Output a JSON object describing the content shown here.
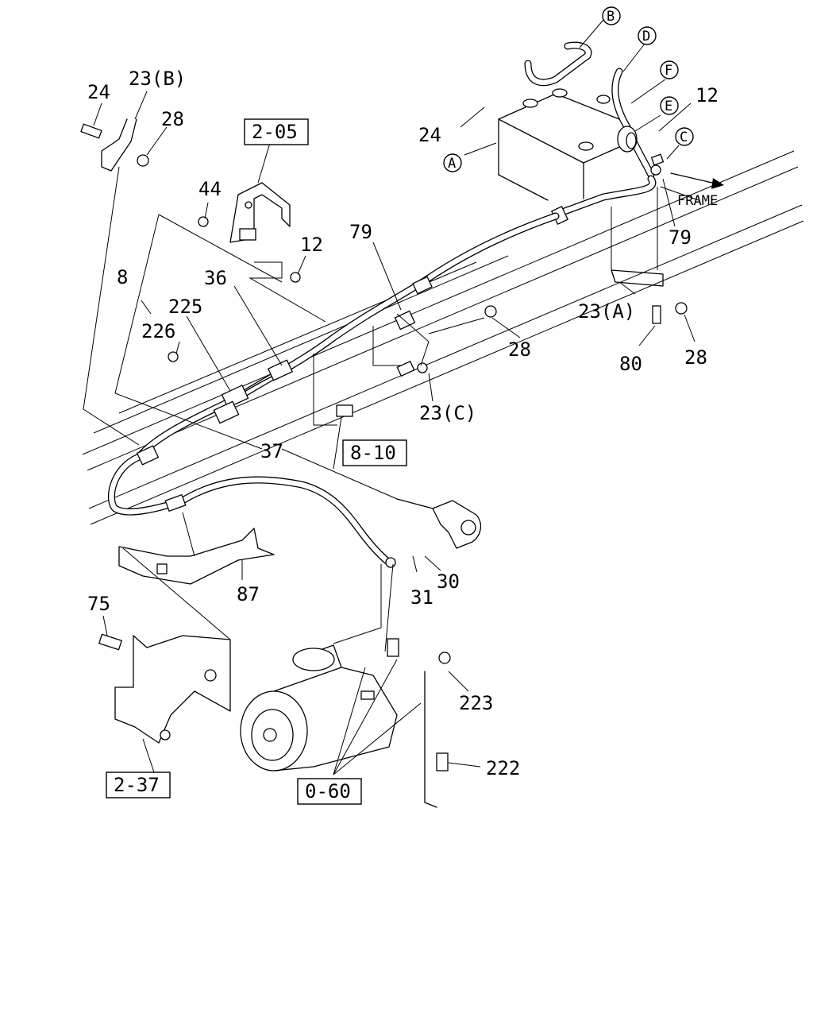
{
  "diagram": {
    "frame_label": "FRAME",
    "ref_boxes": [
      "2-05",
      "8-10",
      "0-60",
      "2-37"
    ],
    "circle_labels": [
      "A",
      "B",
      "C",
      "D",
      "E",
      "F"
    ],
    "part_numbers": [
      "24",
      "23(B)",
      "28",
      "44",
      "12",
      "79",
      "36",
      "8",
      "225",
      "226",
      "23(C)",
      "37",
      "30",
      "31",
      "87",
      "75",
      "223",
      "222",
      "23(A)",
      "80"
    ]
  }
}
